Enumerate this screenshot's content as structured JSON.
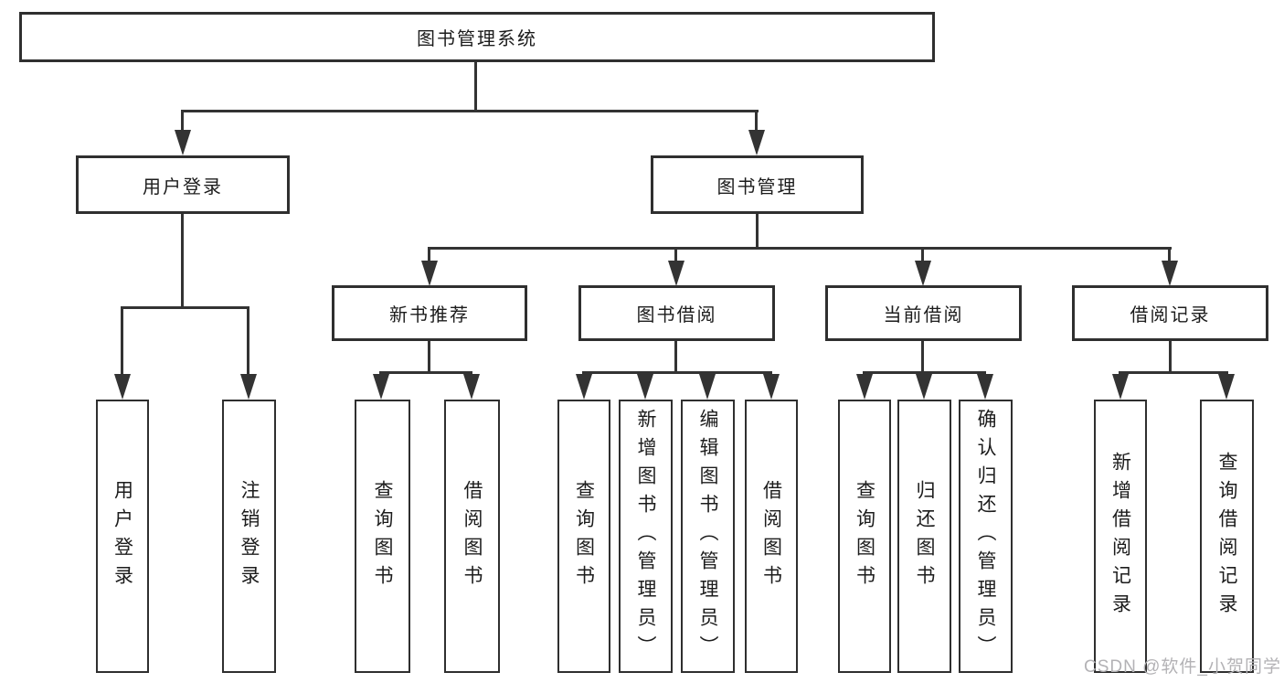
{
  "diagram_type": "hierarchy-tree",
  "tree": {
    "label": "图书管理系统",
    "children": [
      {
        "label": "用户登录",
        "children": [
          {
            "label": "用户登录"
          },
          {
            "label": "注销登录"
          }
        ]
      },
      {
        "label": "图书管理",
        "children": [
          {
            "label": "新书推荐",
            "children": [
              {
                "label": "查询图书"
              },
              {
                "label": "借阅图书"
              }
            ]
          },
          {
            "label": "图书借阅",
            "children": [
              {
                "label": "查询图书"
              },
              {
                "label": "新增图书（管理员）"
              },
              {
                "label": "编辑图书（管理员）"
              },
              {
                "label": "借阅图书"
              }
            ]
          },
          {
            "label": "当前借阅",
            "children": [
              {
                "label": "查询图书"
              },
              {
                "label": "归还图书"
              },
              {
                "label": "确认归还（管理员）"
              }
            ]
          },
          {
            "label": "借阅记录",
            "children": [
              {
                "label": "新增借阅记录"
              },
              {
                "label": "查询借阅记录"
              }
            ]
          }
        ]
      }
    ]
  },
  "watermark": {
    "text": "CSDN @软件_小贺同学"
  },
  "colors": {
    "line": "#333333",
    "box_border": "#2f2f2f",
    "text": "#1c1c1c",
    "watermark": "#b3b2b5",
    "background": "#ffffff"
  }
}
